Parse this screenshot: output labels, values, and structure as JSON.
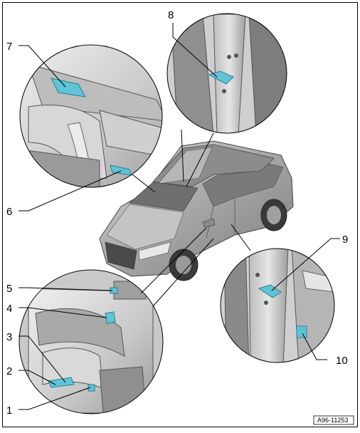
{
  "callouts": {
    "c1": "1",
    "c2": "2",
    "c3": "3",
    "c4": "4",
    "c5": "5",
    "c6": "6",
    "c7": "7",
    "c8": "8",
    "c9": "9",
    "c10": "10"
  },
  "figure_id": "A96-11253",
  "colors": {
    "highlight": "#5fc4d6",
    "metal_light": "#d6d6d6",
    "metal_mid": "#a9a9a9",
    "metal_dark": "#6f6f6f",
    "line": "#000000"
  }
}
